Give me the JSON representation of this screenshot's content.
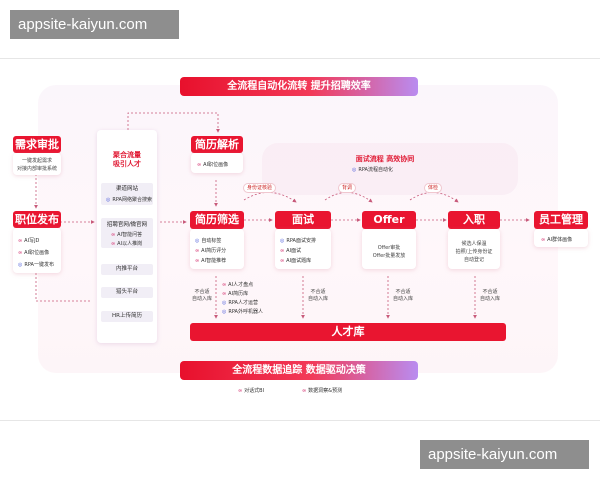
{
  "watermarks": {
    "top": "appsite-kaiyun.com",
    "bottom": "appsite-kaiyun.com"
  },
  "banner_top": "全流程自动化流转 提升招聘效率",
  "banner_bottom": "全流程数据追踪 数据驱动决策",
  "bottom_tags": [
    "对话式BI",
    "数据洞察&预测"
  ],
  "needs": {
    "title": "需求审批",
    "desc_line1": "一键发起需求",
    "desc_line2": "对接内部审批系统"
  },
  "post": {
    "title": "职位发布",
    "items": [
      "AI写JD",
      "AI职位画像",
      "RPA一键发布"
    ]
  },
  "traffic": {
    "title_line1": "聚合流量",
    "title_line2": "吸引人才",
    "channel_head": "渠道网站",
    "channel_sub": "RPA网络聚合搜索",
    "official_head": "招聘官网/微官网",
    "official_items": [
      "AI智能问答",
      "AI以人推岗"
    ],
    "items": [
      "内推平台",
      "猎头平台",
      "HR上传简历"
    ]
  },
  "parse": {
    "title": "简历解析",
    "item": "AI职位画像"
  },
  "screen": {
    "title": "简历筛选",
    "items": [
      "自动标签",
      "AI简历评分",
      "AI智能推荐"
    ]
  },
  "interview_flow": {
    "title": "面试流程 高效协同",
    "sub": "RPA流程自动化"
  },
  "interview": {
    "title": "面试",
    "items": [
      "RPA面试安排",
      "AI面试",
      "AI面试题库"
    ]
  },
  "offer": {
    "title": "Offer",
    "line1": "Offer审批",
    "line2": "Offer批量发放"
  },
  "onboard": {
    "title": "入职",
    "line1": "候选人保温",
    "line2": "拍照/上传身份证",
    "line3": "自动登记"
  },
  "hr": {
    "title": "员工管理",
    "item": "AI群体画像"
  },
  "edge_labels": {
    "bg": "身份证核验",
    "bk": "背调",
    "tj": "体检"
  },
  "reject": "不合适\n自动入库",
  "ai_batch": [
    "AI人才盘点",
    "AI简历库",
    "RPA人才运营",
    "RPA外呼机器人"
  ],
  "talent_pool": "人才库"
}
